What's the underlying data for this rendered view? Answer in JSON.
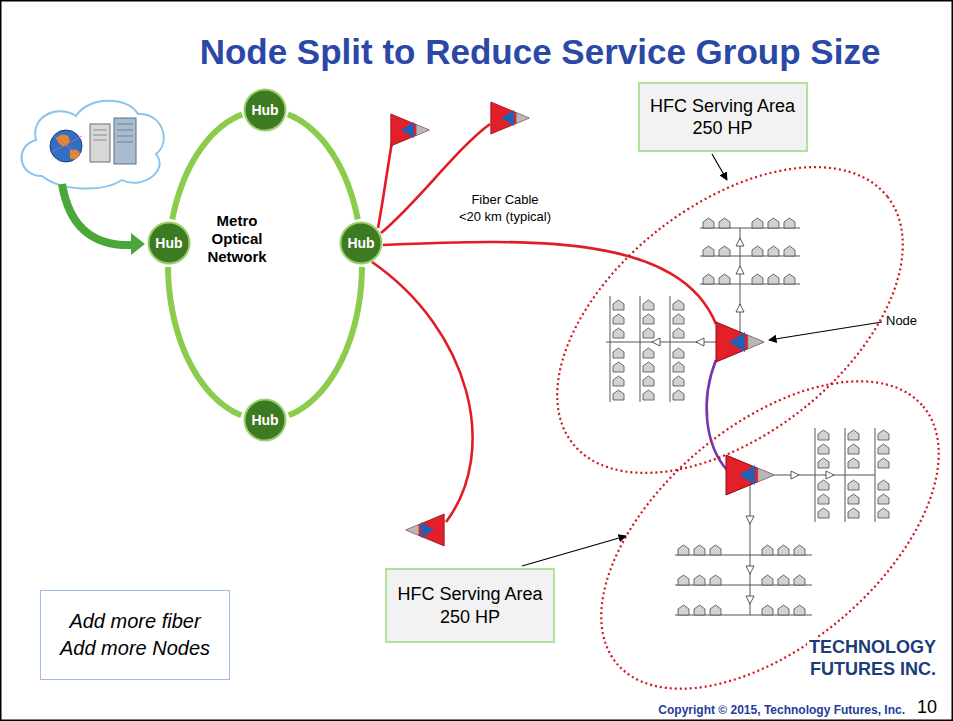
{
  "diagram": {
    "title": "Node Split to Reduce Service Group Size",
    "nodes": [
      {
        "text": [
          "Hub"
        ]
      },
      {
        "text": [
          "Hub"
        ]
      },
      {
        "text": [
          "Hub"
        ]
      },
      {
        "text": [
          "Hub"
        ]
      },
      {
        "text": [
          "HFC Serving Area",
          "250 HP"
        ]
      },
      {
        "text": [
          "HFC Serving Area",
          "250 HP"
        ]
      },
      {
        "text": [
          "Add more fiber",
          "Add more Nodes"
        ]
      }
    ],
    "edges": [
      {
        "from": 0,
        "to": 2,
        "arrow": "none"
      },
      {
        "from": 2,
        "to": 3,
        "arrow": "none"
      },
      {
        "from": 3,
        "to": 1,
        "arrow": "none"
      },
      {
        "from": 1,
        "to": 0,
        "arrow": "none"
      }
    ],
    "labels": [
      "Metro Optical Network",
      "Fiber Cable",
      "<20 km (typical)",
      "Node",
      "TECHNOLOGY",
      "FUTURES INC.",
      "Copyright © 2015, Technology Futures, Inc.",
      "10"
    ]
  }
}
